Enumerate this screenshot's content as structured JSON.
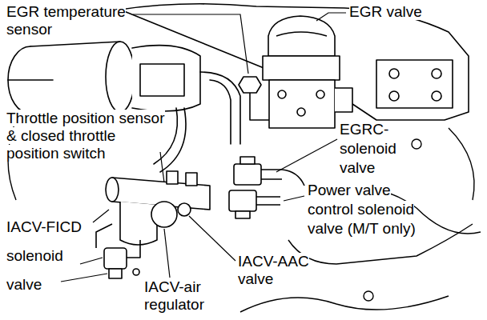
{
  "diagram": {
    "labels": [
      "EGR temperature sensor",
      "EGR valve",
      "Throttle position sensor & closed throttle position switch",
      "EGRC- solenoid valve",
      "Power valve control solenoid valve (M/T only)",
      "IACV-FICD solenoid valve",
      "IACV-AAC valve",
      "IACV-air regulator"
    ]
  }
}
